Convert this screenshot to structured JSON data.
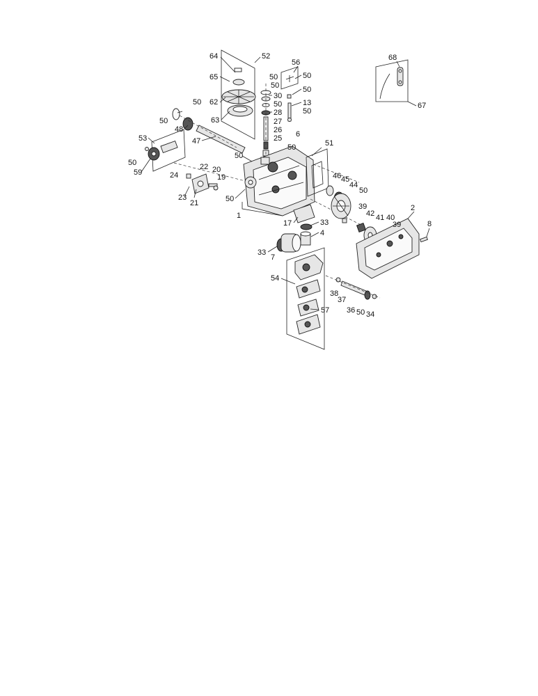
{
  "diagram": {
    "callouts": [
      "64",
      "52",
      "65",
      "50",
      "50",
      "30",
      "50",
      "28",
      "62",
      "63",
      "56",
      "50",
      "50",
      "13",
      "50",
      "50",
      "50",
      "48",
      "27",
      "26",
      "25",
      "6",
      "53",
      "47",
      "50",
      "50",
      "51",
      "50",
      "59",
      "24",
      "22",
      "20",
      "19",
      "23",
      "21",
      "46",
      "45",
      "44",
      "50",
      "50",
      "1",
      "39",
      "42",
      "41",
      "40",
      "39",
      "2",
      "8",
      "17",
      "33",
      "4",
      "33",
      "7",
      "54",
      "38",
      "37",
      "36",
      "50",
      "34",
      "57",
      "68",
      "67"
    ]
  }
}
